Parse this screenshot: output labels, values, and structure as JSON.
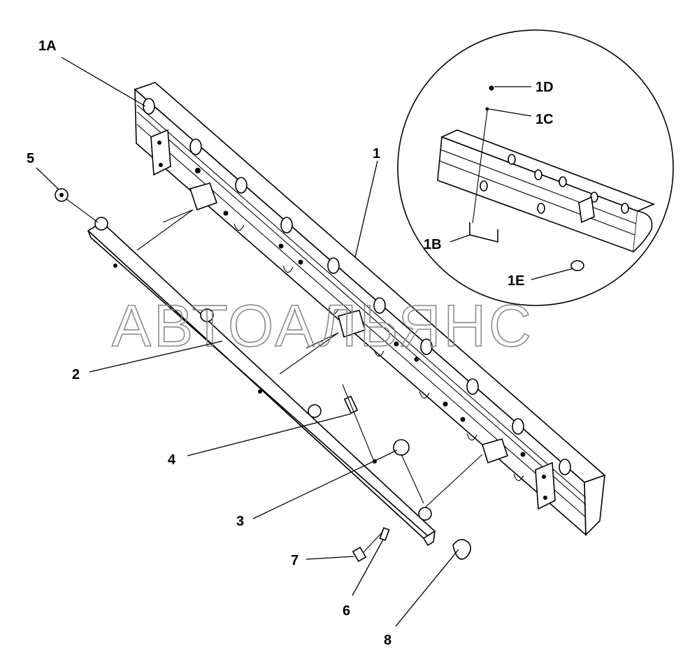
{
  "watermark": "АВТОАЛЬЯНС",
  "callouts": {
    "c1A": "1A",
    "c1": "1",
    "c5": "5",
    "c2": "2",
    "c4": "4",
    "c3": "3",
    "c7": "7",
    "c6": "6",
    "c8": "8",
    "c1D": "1D",
    "c1C": "1C",
    "c1B": "1B",
    "c1E": "1E"
  }
}
